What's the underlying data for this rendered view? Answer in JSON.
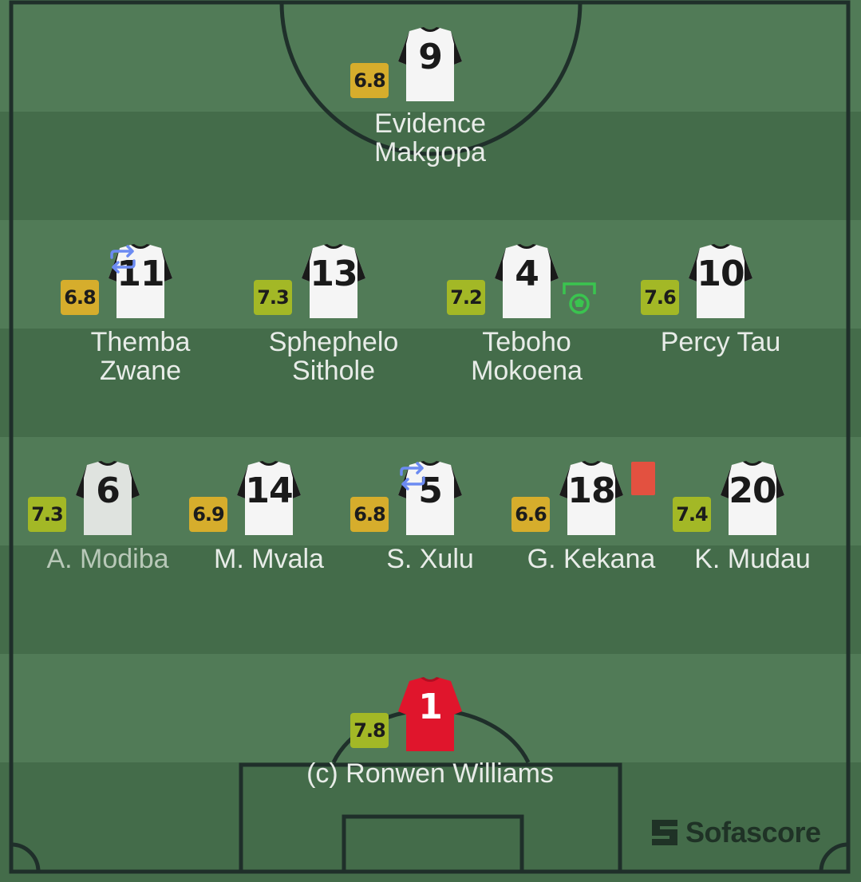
{
  "app": {
    "watermark": "Sofascore"
  },
  "colors": {
    "pitch_light": "#517b57",
    "pitch_dark": "#446c4a",
    "line": "#1f2f2a",
    "rating_gold": "#d6ad2c",
    "rating_green": "#a3b826",
    "sub_icon": "#6c8bf2",
    "goal_icon": "#3ac44f",
    "red_card": "#e35140",
    "gk_shirt": "#e0152c"
  },
  "players": {
    "makgopa": {
      "number": "9",
      "rating": "6.8",
      "name": "Evidence Makgopa"
    },
    "zwane": {
      "number": "11",
      "rating": "6.8",
      "name_line1": "Themba",
      "name_line2": "Zwane",
      "event": "substitution-icon"
    },
    "sithole": {
      "number": "13",
      "rating": "7.3",
      "name_line1": "Sphephelo",
      "name_line2": "Sithole"
    },
    "mokoena": {
      "number": "4",
      "rating": "7.2",
      "name_line1": "Teboho",
      "name_line2": "Mokoena",
      "event": "goal-icon"
    },
    "tau": {
      "number": "10",
      "rating": "7.6",
      "name": "Percy Tau"
    },
    "modiba": {
      "number": "6",
      "rating": "7.3",
      "name": "A. Modiba"
    },
    "mvala": {
      "number": "14",
      "rating": "6.9",
      "name": "M. Mvala"
    },
    "xulu": {
      "number": "5",
      "rating": "6.8",
      "name": "S. Xulu",
      "event": "substitution-icon"
    },
    "kekana": {
      "number": "18",
      "rating": "6.6",
      "name": "G. Kekana",
      "event": "red-card-icon"
    },
    "mudau": {
      "number": "20",
      "rating": "7.4",
      "name": "K. Mudau"
    },
    "williams": {
      "number": "1",
      "rating": "7.8",
      "name": "(c) Ronwen Williams"
    }
  }
}
